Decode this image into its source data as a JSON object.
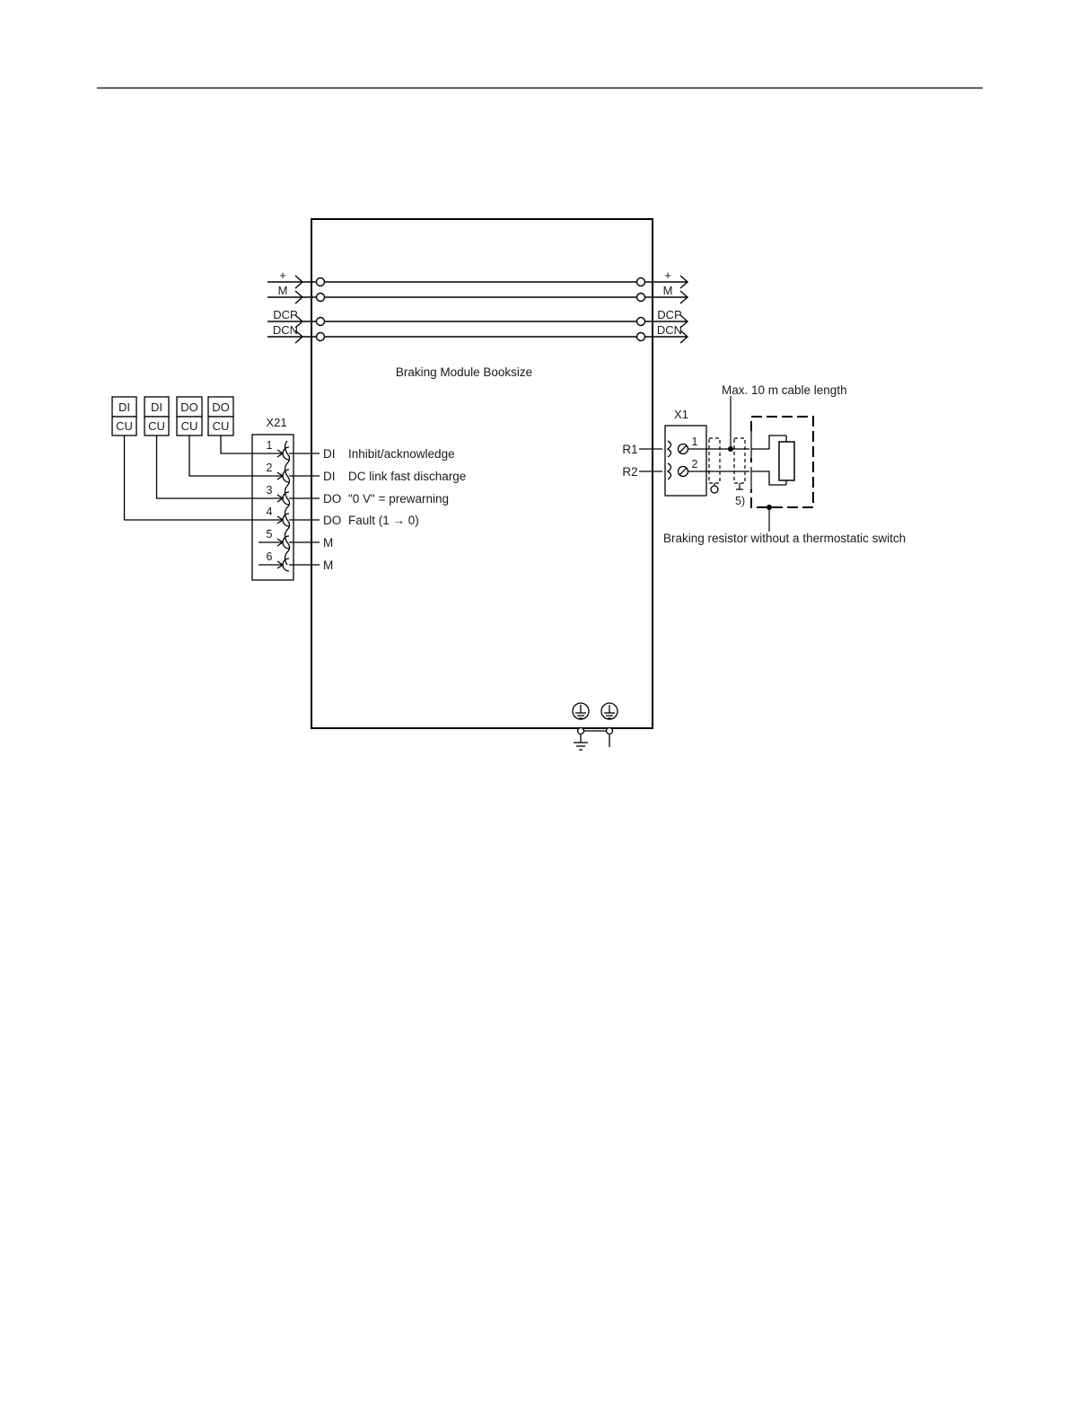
{
  "module_title": "Braking Module Booksize",
  "dc_bus": {
    "left": [
      "+",
      "M",
      "DCP",
      "DCN"
    ],
    "right": [
      "+",
      "M",
      "DCP",
      "DCN"
    ]
  },
  "cu_blocks": [
    {
      "top": "DI",
      "bottom": "CU"
    },
    {
      "top": "DI",
      "bottom": "CU"
    },
    {
      "top": "DO",
      "bottom": "CU"
    },
    {
      "top": "DO",
      "bottom": "CU"
    }
  ],
  "x21": {
    "label": "X21",
    "pins": [
      {
        "num": "1",
        "type": "DI",
        "desc": "Inhibit/acknowledge"
      },
      {
        "num": "2",
        "type": "DI",
        "desc": "DC link fast discharge"
      },
      {
        "num": "3",
        "type": "DO",
        "desc": "\"0 V\" = prewarning"
      },
      {
        "num": "4",
        "type": "DO",
        "desc": "Fault (1 → 0)"
      },
      {
        "num": "5",
        "type": "M",
        "desc": ""
      },
      {
        "num": "6",
        "type": "M",
        "desc": ""
      }
    ]
  },
  "x1": {
    "label": "X1",
    "pins": [
      {
        "num": "1",
        "name": "R1"
      },
      {
        "num": "2",
        "name": "R2"
      }
    ]
  },
  "cable_note": "Max. 10 m cable length",
  "footnote": "5)",
  "resistor_label": "Braking resistor without a thermostatic switch"
}
